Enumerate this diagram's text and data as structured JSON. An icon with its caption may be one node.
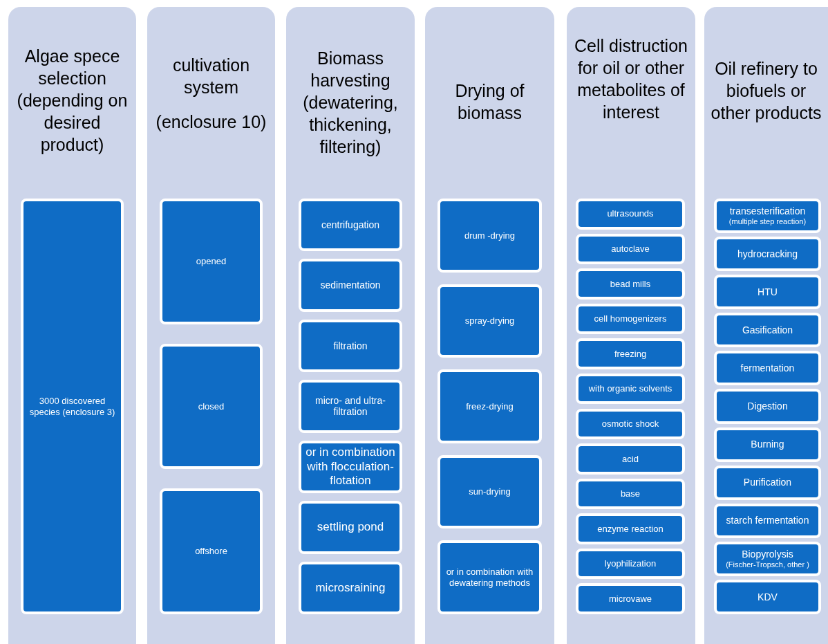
{
  "diagram": {
    "nodes": [
      {
        "text": [
          "Algae spece selection (depending on desired product)"
        ]
      },
      {
        "text": [
          "3000 discovered species (enclosure 3)"
        ],
        "in": 0
      },
      {
        "text": [
          "cultivation system",
          "(enclosure 10)"
        ]
      },
      {
        "text": [
          "opened"
        ],
        "in": 2
      },
      {
        "text": [
          "closed"
        ],
        "in": 2
      },
      {
        "text": [
          "offshore"
        ],
        "in": 2
      },
      {
        "text": [
          "Biomass harvesting (dewatering, thickening, filtering)"
        ]
      },
      {
        "text": [
          "centrifugation"
        ],
        "in": 6
      },
      {
        "text": [
          "sedimentation"
        ],
        "in": 6
      },
      {
        "text": [
          "filtration"
        ],
        "in": 6
      },
      {
        "text": [
          "micro- and ultra-filtration"
        ],
        "in": 6
      },
      {
        "text": [
          "or in combination with flocculation-flotation"
        ],
        "in": 6
      },
      {
        "text": [
          "settling pond"
        ],
        "in": 6
      },
      {
        "text": [
          "microsraining"
        ],
        "in": 6
      },
      {
        "text": [
          "Drying of biomass"
        ]
      },
      {
        "text": [
          "drum -drying"
        ],
        "in": 14
      },
      {
        "text": [
          "spray-drying"
        ],
        "in": 14
      },
      {
        "text": [
          "freez-drying"
        ],
        "in": 14
      },
      {
        "text": [
          "sun-drying"
        ],
        "in": 14
      },
      {
        "text": [
          "or in combination with dewatering methods"
        ],
        "in": 14
      },
      {
        "text": [
          "Cell distruction for oil or other metabolites of interest"
        ]
      },
      {
        "text": [
          "ultrasounds"
        ],
        "in": 20
      },
      {
        "text": [
          "autoclave"
        ],
        "in": 20
      },
      {
        "text": [
          "bead mills"
        ],
        "in": 20
      },
      {
        "text": [
          "cell homogenizers"
        ],
        "in": 20
      },
      {
        "text": [
          "freezing"
        ],
        "in": 20
      },
      {
        "text": [
          "with organic solvents"
        ],
        "in": 20
      },
      {
        "text": [
          "osmotic  shock"
        ],
        "in": 20
      },
      {
        "text": [
          "acid"
        ],
        "in": 20
      },
      {
        "text": [
          "base"
        ],
        "in": 20
      },
      {
        "text": [
          "enzyme reaction"
        ],
        "in": 20
      },
      {
        "text": [
          "lyophilization"
        ],
        "in": 20
      },
      {
        "text": [
          "microvawe"
        ],
        "in": 20
      },
      {
        "text": [
          "Oil refinery to biofuels or other products"
        ]
      },
      {
        "text": [
          "transesterification",
          "(multiple step reaction)"
        ],
        "in": 33
      },
      {
        "text": [
          "hydrocracking"
        ],
        "in": 33
      },
      {
        "text": [
          "HTU"
        ],
        "in": 33
      },
      {
        "text": [
          "Gasification"
        ],
        "in": 33
      },
      {
        "text": [
          "fermentation"
        ],
        "in": 33
      },
      {
        "text": [
          "Digestion"
        ],
        "in": 33
      },
      {
        "text": [
          "Burning"
        ],
        "in": 33
      },
      {
        "text": [
          "Purification"
        ],
        "in": 33
      },
      {
        "text": [
          "starch fermentation"
        ],
        "in": 33
      },
      {
        "text": [
          "Biopyrolysis",
          "(Fischer-Tropsch, other )"
        ],
        "in": 33
      },
      {
        "text": [
          "KDV"
        ],
        "in": 33
      }
    ]
  }
}
